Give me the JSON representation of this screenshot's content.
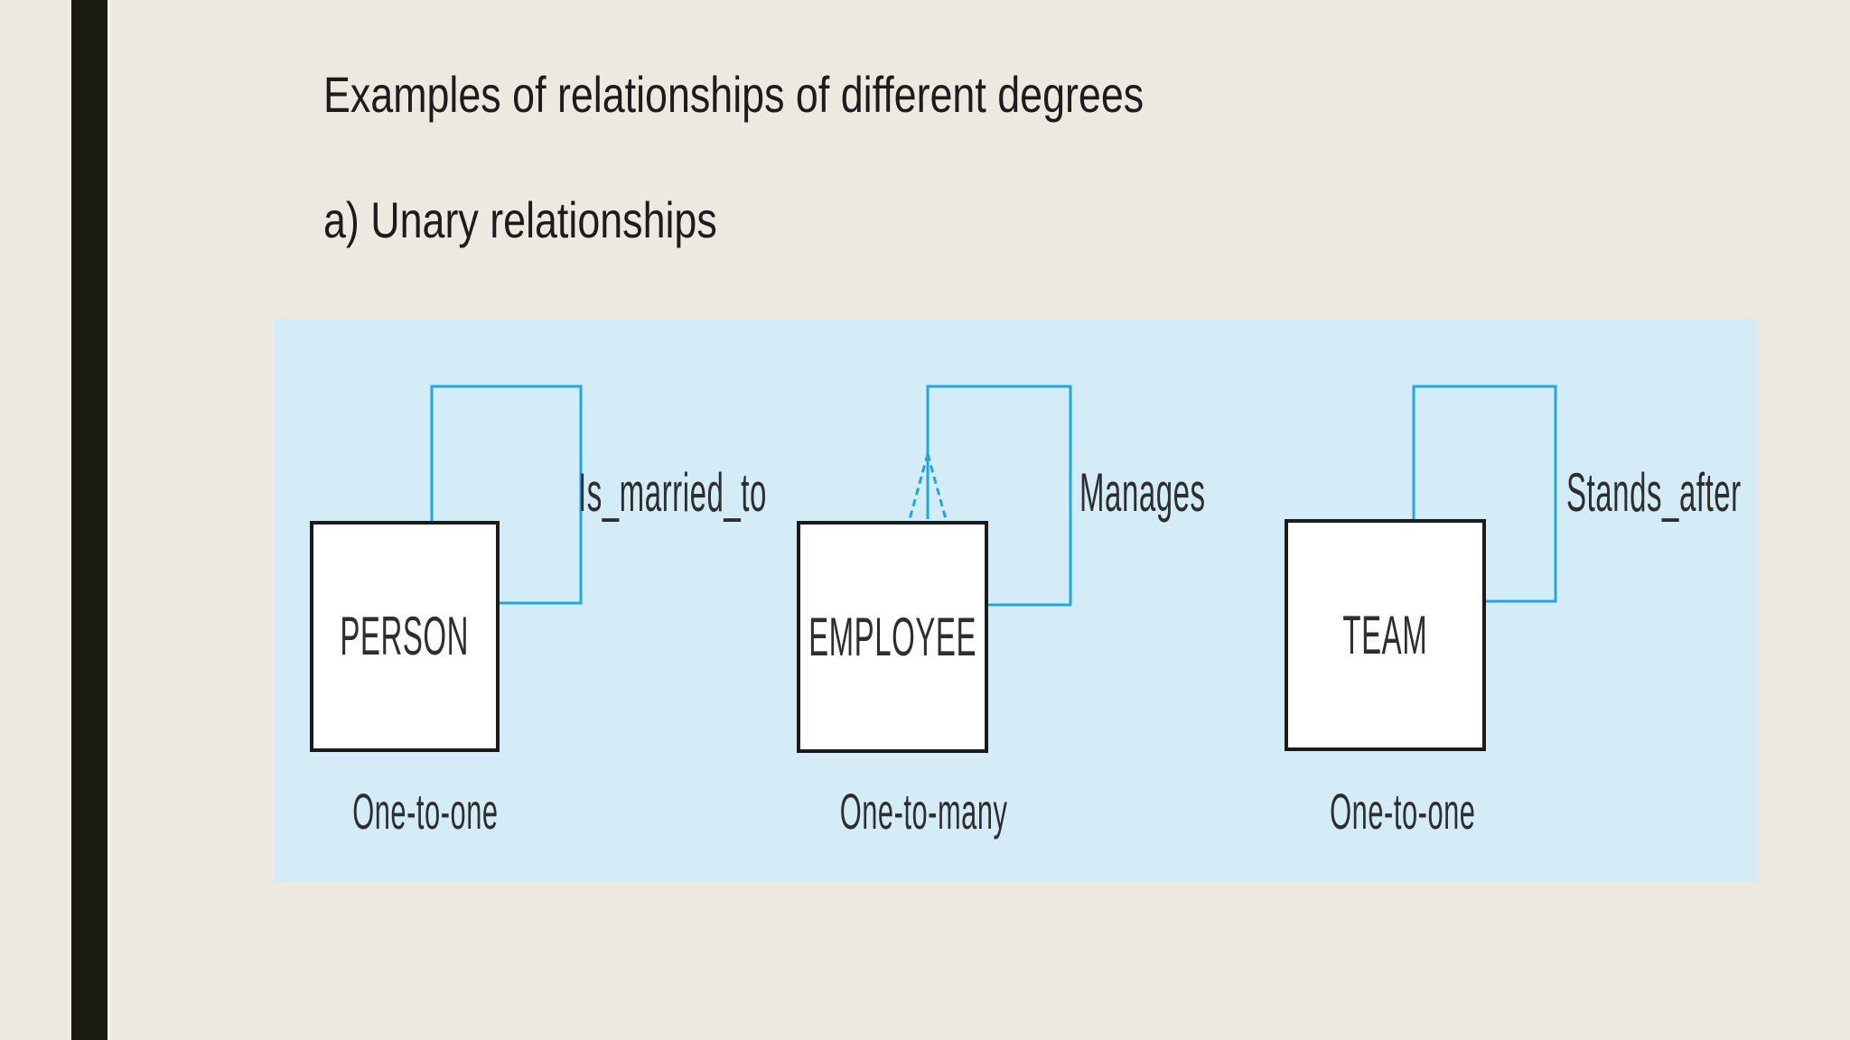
{
  "slide": {
    "title": "Examples of relationships of different degrees",
    "subtitle": "a) Unary relationships"
  },
  "figure": {
    "panel_color": "#d4ecf8",
    "line_color": "#1fa7de",
    "background_color": "#ede9e1",
    "accent_bar_color": "#1b1c11",
    "diagrams": [
      {
        "entity": "PERSON",
        "relationship": "Is_married_to",
        "cardinality": "One-to-one",
        "connector_type": "unary loop, one near end"
      },
      {
        "entity": "EMPLOYEE",
        "relationship": "Manages",
        "cardinality": "One-to-many",
        "connector_type": "unary loop, crow-foot many end"
      },
      {
        "entity": "TEAM",
        "relationship": "Stands_after",
        "cardinality": "One-to-one",
        "connector_type": "unary loop, one near end"
      }
    ]
  }
}
